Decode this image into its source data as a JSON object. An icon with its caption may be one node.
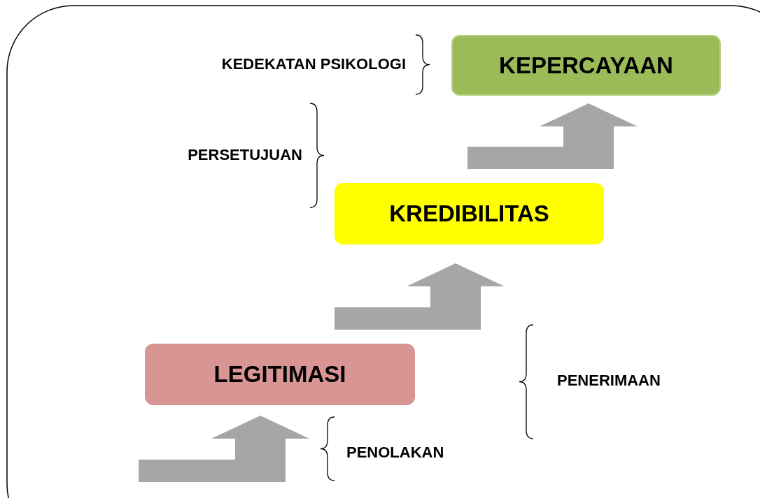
{
  "diagram": {
    "nodes": [
      {
        "text": [
          "KEPERCAYAAN"
        ]
      },
      {
        "text": [
          "KREDIBILITAS"
        ]
      },
      {
        "text": [
          "LEGITIMASI"
        ]
      }
    ],
    "edges": [
      {
        "from": null,
        "to": 2,
        "arrow": "to"
      },
      {
        "from": 2,
        "to": 1,
        "arrow": "to"
      },
      {
        "from": 1,
        "to": 0,
        "arrow": "to"
      }
    ],
    "labels": [
      "KEDEKATAN PSIKOLOGI",
      "PERSETUJUAN",
      "PENERIMAAN",
      "PENOLAKAN"
    ]
  }
}
